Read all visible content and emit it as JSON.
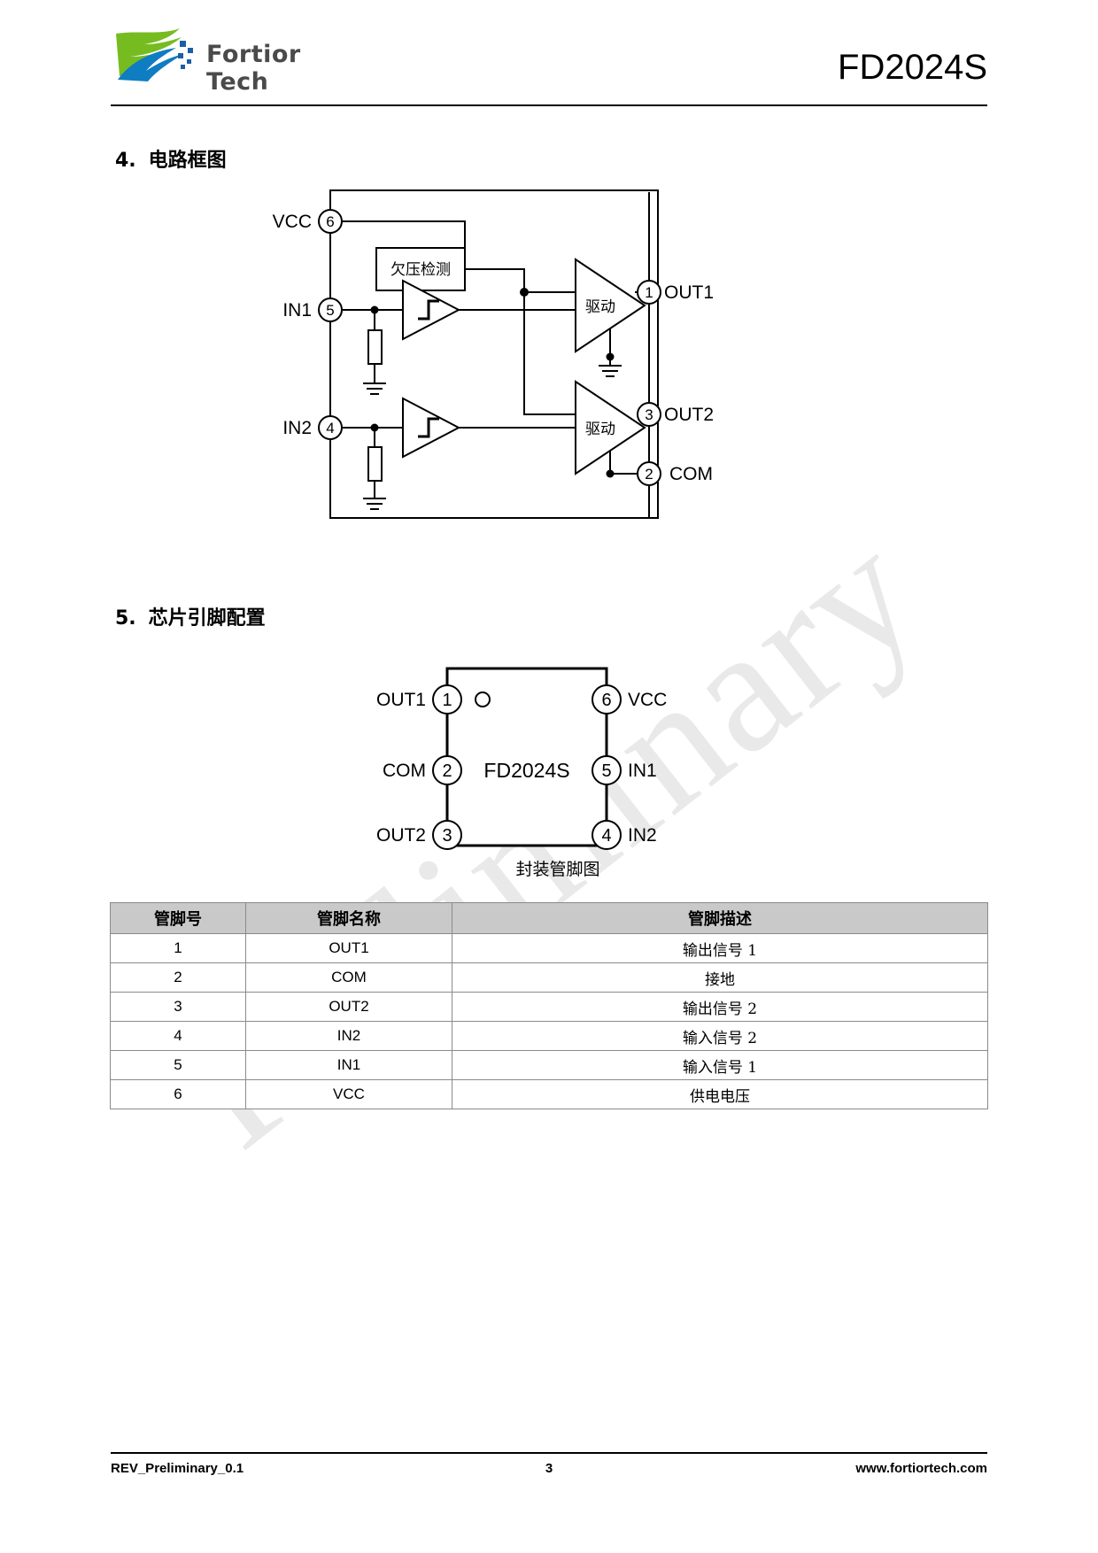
{
  "header": {
    "logo_text": "Fortior Tech",
    "logo_icon": "fortior-leaf-logo",
    "doc_title": "FD2024S",
    "brand_green": "#76bc21",
    "brand_blue": "#0f7dc2",
    "logo_gray": "#4a4a4a"
  },
  "watermark": {
    "text": "Preliminary",
    "color": "#e9e9e9"
  },
  "sections": {
    "block_diagram": {
      "number": "4.",
      "title": "电路框图"
    },
    "pin_config": {
      "number": "5.",
      "title": "芯片引脚配置"
    }
  },
  "block_diagram": {
    "left_pins": [
      {
        "num": "6",
        "label": "VCC"
      },
      {
        "num": "5",
        "label": "IN1"
      },
      {
        "num": "4",
        "label": "IN2"
      }
    ],
    "right_pins": [
      {
        "num": "1",
        "label": "OUT1"
      },
      {
        "num": "3",
        "label": "OUT2"
      },
      {
        "num": "2",
        "label": "COM"
      }
    ],
    "uvlo_block_label": "欠压检测",
    "driver1_label": "驱动",
    "driver2_label": "驱动",
    "schmitt1_name": "schmitt-trigger-1",
    "schmitt2_name": "schmitt-trigger-2"
  },
  "pin_diagram": {
    "part_number": "FD2024S",
    "caption": "封装管脚图",
    "left_pins": [
      {
        "num": "1",
        "label": "OUT1"
      },
      {
        "num": "2",
        "label": "COM"
      },
      {
        "num": "3",
        "label": "OUT2"
      }
    ],
    "right_pins": [
      {
        "num": "6",
        "label": "VCC"
      },
      {
        "num": "5",
        "label": "IN1"
      },
      {
        "num": "4",
        "label": "IN2"
      }
    ]
  },
  "pin_table": {
    "headers": [
      "管脚号",
      "管脚名称",
      "管脚描述"
    ],
    "rows": [
      {
        "no": "1",
        "name": "OUT1",
        "desc": "输出信号 1"
      },
      {
        "no": "2",
        "name": "COM",
        "desc": "接地"
      },
      {
        "no": "3",
        "name": "OUT2",
        "desc": "输出信号 2"
      },
      {
        "no": "4",
        "name": "IN2",
        "desc": "输入信号 2"
      },
      {
        "no": "5",
        "name": "IN1",
        "desc": "输入信号 1"
      },
      {
        "no": "6",
        "name": "VCC",
        "desc": "供电电压"
      }
    ]
  },
  "footer": {
    "revision": "REV_Preliminary_0.1",
    "page_number": "3",
    "website": "www.fortiortech.com"
  }
}
